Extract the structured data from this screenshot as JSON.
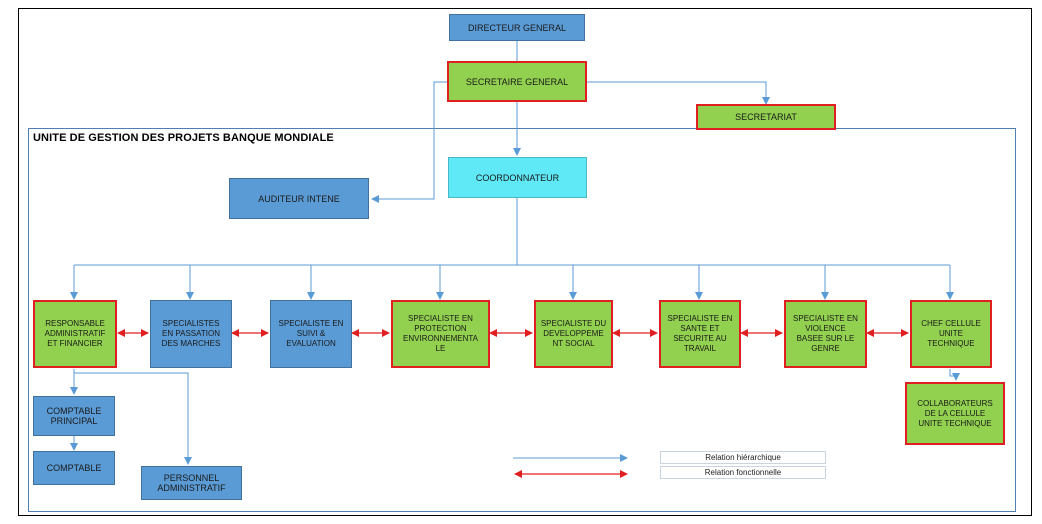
{
  "unit_title": "UNITE DE GESTION DES PROJETS BANQUE MONDIALE",
  "nodes": {
    "directeur": "DIRECTEUR GENERAL",
    "secretaire": "SECRETAIRE GENERAL",
    "secretariat": "SECRETARIAT",
    "coordonnateur": "COORDONNATEUR",
    "auditeur": "AUDITEUR INTENE",
    "raf": "RESPONSABLE\nADMINISTRATIF\nET FINANCIER",
    "spm": "SPECIALISTES\nEN PASSATION\nDES MARCHES",
    "sse": "SPECIALISTE EN\nSUIVI &\nEVALUATION",
    "spe": "SPECIALISTE EN\nPROTECTION\nENVIRONNEMENTA\nLE",
    "sds": "SPECIALISTE DU\nDEVELOPPEME\nNT SOCIAL",
    "sst": "SPECIALISTE EN\nSANTE ET\nSECURITE AU\nTRAVAIL",
    "svbg": "SPECIALISTE EN\nVIOLENCE\nBASEE SUR LE\nGENRE",
    "ccut": "CHEF CELLULE\nUNITE\nTECHNIQUE",
    "collab": "COLLABORATEURS\nDE LA CELLULE\nUNITE TECHNIQUE",
    "comptable_principal": "COMPTABLE\nPRINCIPAL",
    "comptable": "COMPTABLE",
    "personnel": "PERSONNEL\nADMINISTRATIF"
  },
  "legend": {
    "hierarchique": "Relation hiérarchique",
    "fonctionnelle": "Relation fonctionnelle"
  },
  "colors": {
    "hierarchique": "#5b9bd5",
    "fonctionnelle": "#e02020",
    "blue_box": "#5b9bd5",
    "green_box": "#92d050",
    "cyan_box": "#5fe8f5"
  }
}
